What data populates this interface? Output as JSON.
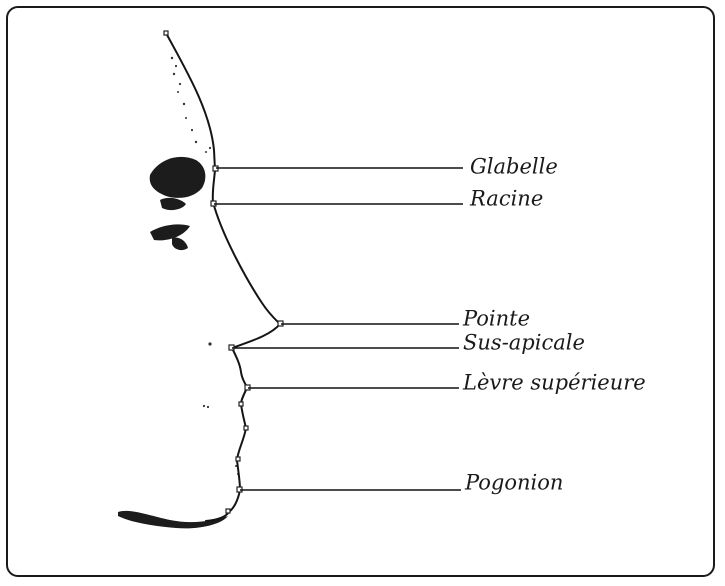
{
  "colors": {
    "ink": "#1a1a1a",
    "background": "#ffffff",
    "frame": "#1a1a1a"
  },
  "labels": {
    "glabelle": "Glabelle",
    "racine": "Racine",
    "pointe": "Pointe",
    "sus_apicale": "Sus-apicale",
    "levre_superieure": "Lèvre supérieure",
    "pogonion": "Pogonion"
  }
}
